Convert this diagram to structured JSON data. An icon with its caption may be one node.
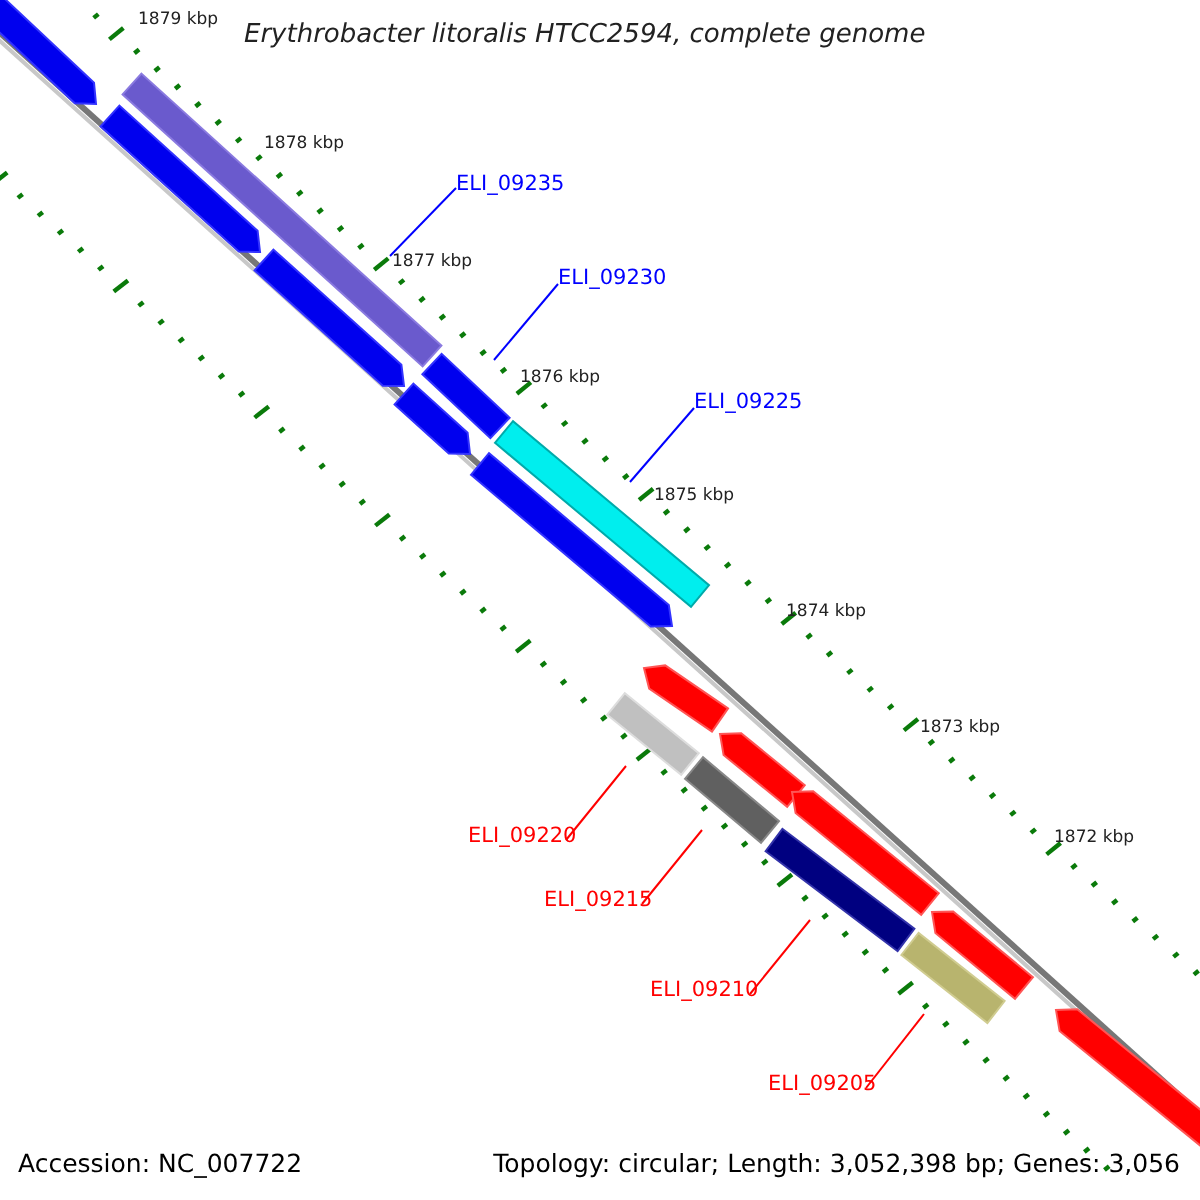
{
  "diagram": {
    "title": "Erythrobacter litoralis HTCC2594, complete genome",
    "nodes": [
      {
        "text": [
          "ELI_09235"
        ]
      },
      {
        "text": [],
        "shape": "bar"
      },
      {
        "text": [
          "ELI_09230"
        ]
      },
      {
        "text": [],
        "shape": "bar"
      },
      {
        "text": [
          "ELI_09225"
        ]
      },
      {
        "text": [],
        "shape": "bar"
      },
      {
        "text": [
          "ELI_09220"
        ]
      },
      {
        "text": [],
        "shape": "bar"
      },
      {
        "text": [
          "ELI_09215"
        ]
      },
      {
        "text": [],
        "shape": "bar"
      },
      {
        "text": [
          "ELI_09210"
        ]
      },
      {
        "text": [],
        "shape": "bar"
      },
      {
        "text": [
          "ELI_09205"
        ]
      },
      {
        "text": [],
        "shape": "bar"
      },
      {
        "text": [],
        "shape": "bar"
      },
      {
        "text": [],
        "shape": "bar"
      },
      {
        "text": [],
        "shape": "bar"
      },
      {
        "text": [],
        "shape": "bar"
      },
      {
        "text": [],
        "shape": "bar"
      },
      {
        "text": [],
        "shape": "bar"
      },
      {
        "text": [],
        "shape": "bar"
      },
      {
        "text": [],
        "shape": "bar"
      },
      {
        "text": [],
        "shape": "bar"
      },
      {
        "text": [],
        "shape": "bar"
      }
    ],
    "edges": [
      {
        "from": 0,
        "to": 1,
        "arrow": "none",
        "color": "#0000ff"
      },
      {
        "from": 2,
        "to": 3,
        "arrow": "none",
        "color": "#0000ff"
      },
      {
        "from": 4,
        "to": 5,
        "arrow": "none",
        "color": "#0000ff"
      },
      {
        "from": 6,
        "to": 7,
        "arrow": "none",
        "color": "#ff0000"
      },
      {
        "from": 8,
        "to": 9,
        "arrow": "none",
        "color": "#ff0000"
      },
      {
        "from": 10,
        "to": 11,
        "arrow": "none",
        "color": "#ff0000"
      },
      {
        "from": 12,
        "to": 13,
        "arrow": "none",
        "color": "#ff0000"
      }
    ],
    "labels": [
      "1879 kbp",
      "1878 kbp",
      "1877 kbp",
      "1876 kbp",
      "1875 kbp",
      "1874 kbp",
      "1873 kbp",
      "1872 kbp",
      "Accession: NC_007722",
      "Topology: circular; Length: 3,052,398 bp; Genes: 3,056"
    ]
  }
}
